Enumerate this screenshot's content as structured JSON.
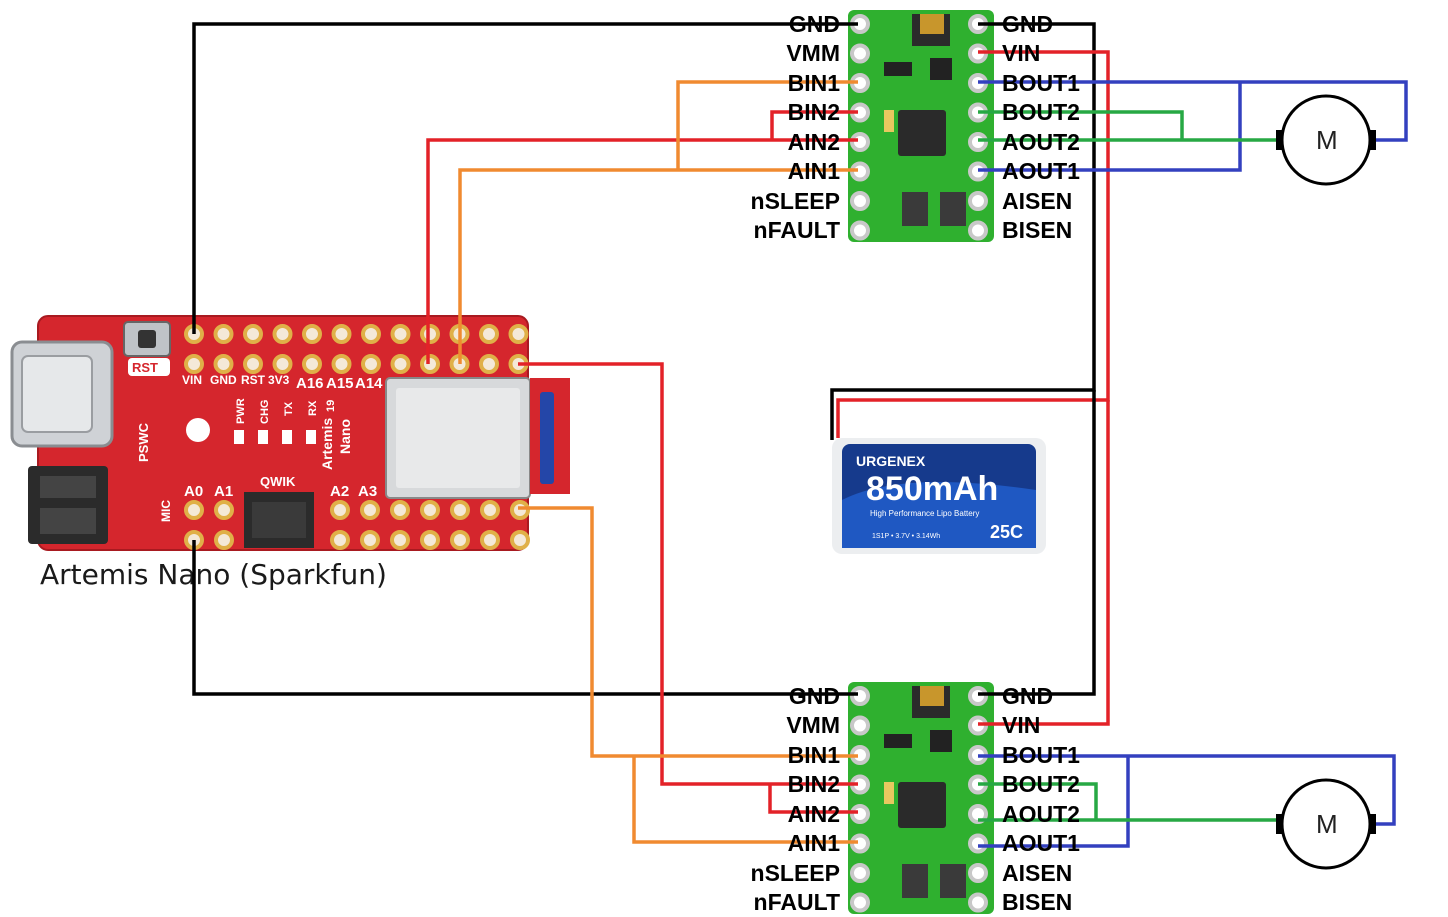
{
  "board": {
    "caption": "Artemis Nano (Sparkfun)",
    "silk_top": [
      "RST",
      "VIN",
      "GND",
      "RST",
      "3V3",
      "A16",
      "A15",
      "A14"
    ],
    "silk_side": [
      "PSWC",
      "PWR",
      "CHG",
      "TX",
      "RX",
      "19",
      "Artemis",
      "Nano"
    ],
    "silk_bottom": [
      "MIC",
      "A0",
      "A1",
      "QWIK",
      "A2",
      "A3"
    ]
  },
  "driver": {
    "left_pins": [
      "GND",
      "VMM",
      "BIN1",
      "BIN2",
      "AIN2",
      "AIN1",
      "nSLEEP",
      "nFAULT"
    ],
    "right_pins": [
      "GND",
      "VIN",
      "BOUT1",
      "BOUT2",
      "AOUT2",
      "AOUT1",
      "AISEN",
      "BISEN"
    ]
  },
  "battery": {
    "brand": "URGENEX",
    "capacity": "850mAh",
    "subtitle": "High Performance Lipo Battery",
    "spec": "1S1P • 3.7V • 3.14Wh",
    "rating": "25C"
  },
  "motor": {
    "label": "M"
  },
  "colors": {
    "ground": "#000000",
    "power": "#e32228",
    "signal": "#f08a30",
    "motor_a": "#27a844",
    "motor_b": "#3340bf",
    "board_red": "#d5262d",
    "driver_green": "#2fb02f"
  }
}
